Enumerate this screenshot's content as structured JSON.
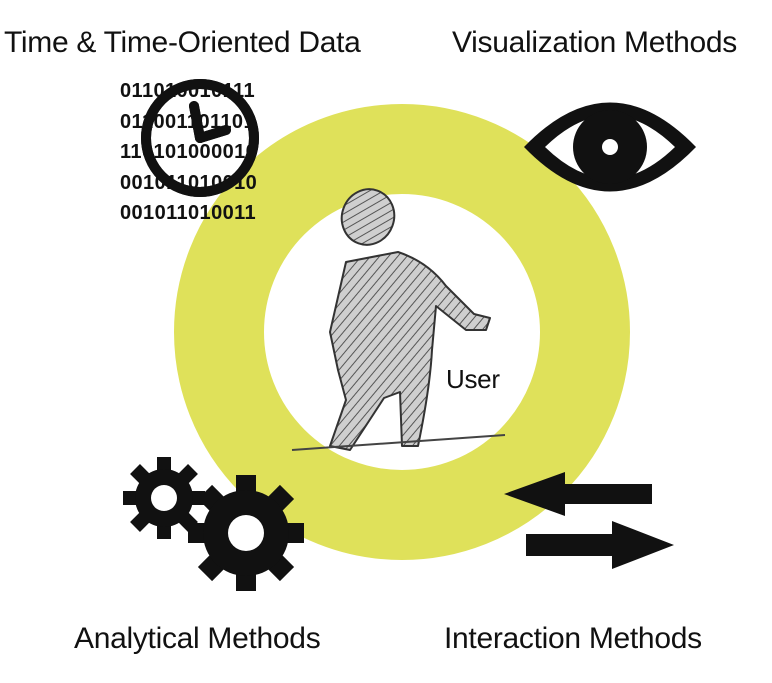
{
  "labels": {
    "time_data": "Time & Time-Oriented Data",
    "visualization": "Visualization Methods",
    "analytical": "Analytical Methods",
    "interaction": "Interaction Methods",
    "user": "User"
  },
  "binary_lines": [
    "011010010111",
    "011001101101",
    "110101000010",
    "001011010010",
    "001011010011"
  ],
  "icons": {
    "clock": "clock-icon",
    "eye": "eye-icon",
    "gears": "gears-icon",
    "arrows": "left-right-arrows-icon",
    "user": "user-sketch-figure"
  },
  "colors": {
    "ring": "#dfe15a",
    "ink": "#111111",
    "inner": "#ffffff"
  }
}
